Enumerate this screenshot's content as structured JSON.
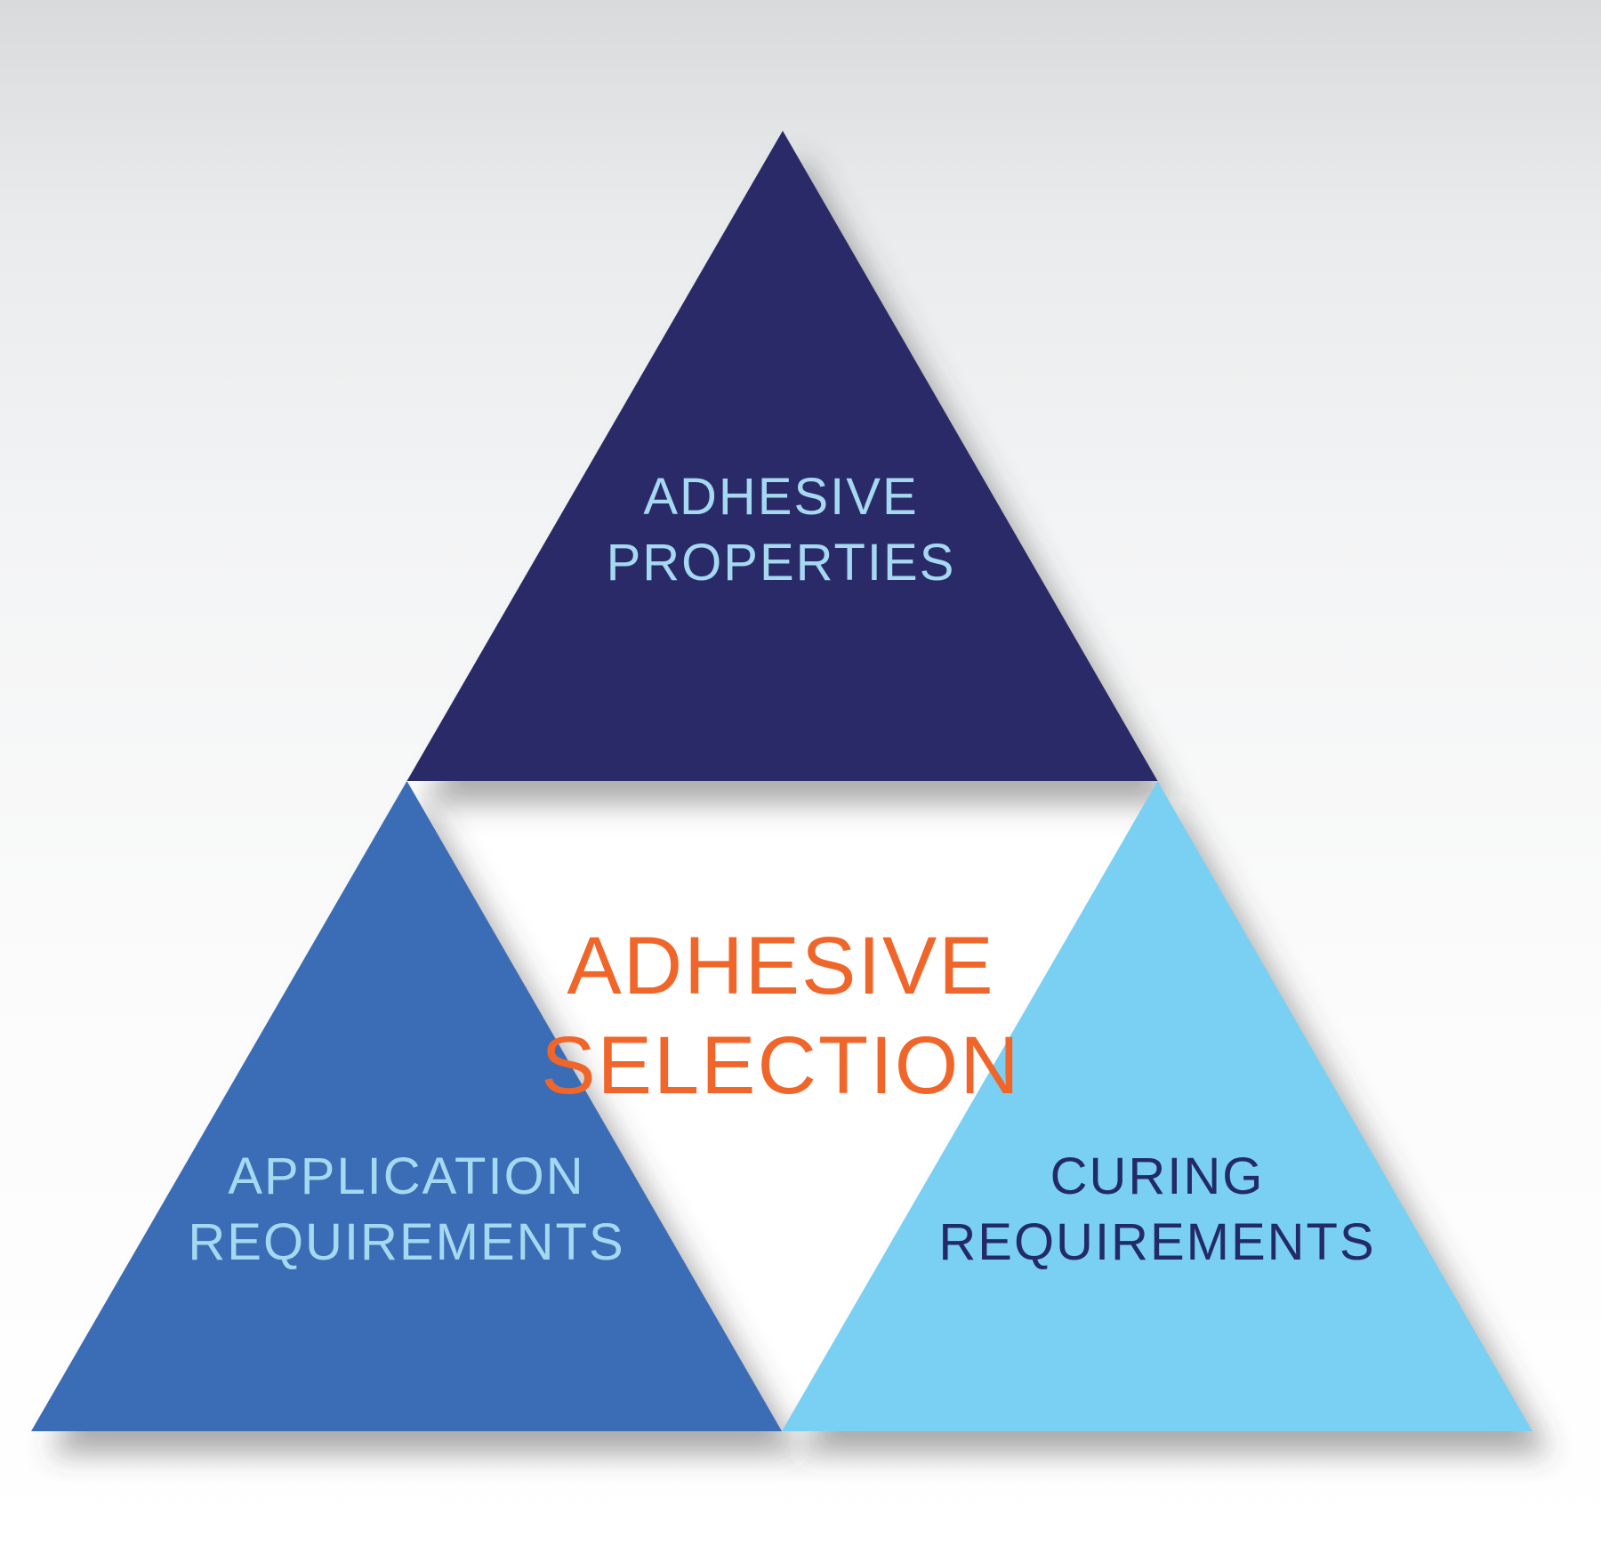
{
  "triangles": {
    "top": {
      "label": "ADHESIVE\nPROPERTIES",
      "fill": "#2b2a69",
      "label_color": "#a5d9f0"
    },
    "left": {
      "label": "APPLICATION\nREQUIREMENTS",
      "fill": "#3b6db6",
      "label_color": "#a5d9f0"
    },
    "right": {
      "label": "CURING\nREQUIREMENTS",
      "fill": "#7ad0f2",
      "label_color": "#232a68"
    },
    "center": {
      "label": "ADHESIVE\nSELECTION",
      "fill": "#ffffff",
      "label_color": "#f0662a"
    }
  },
  "colors": {
    "background_top": "#d8dadc",
    "background_bottom": "#ffffff",
    "shadow": "#444444"
  }
}
